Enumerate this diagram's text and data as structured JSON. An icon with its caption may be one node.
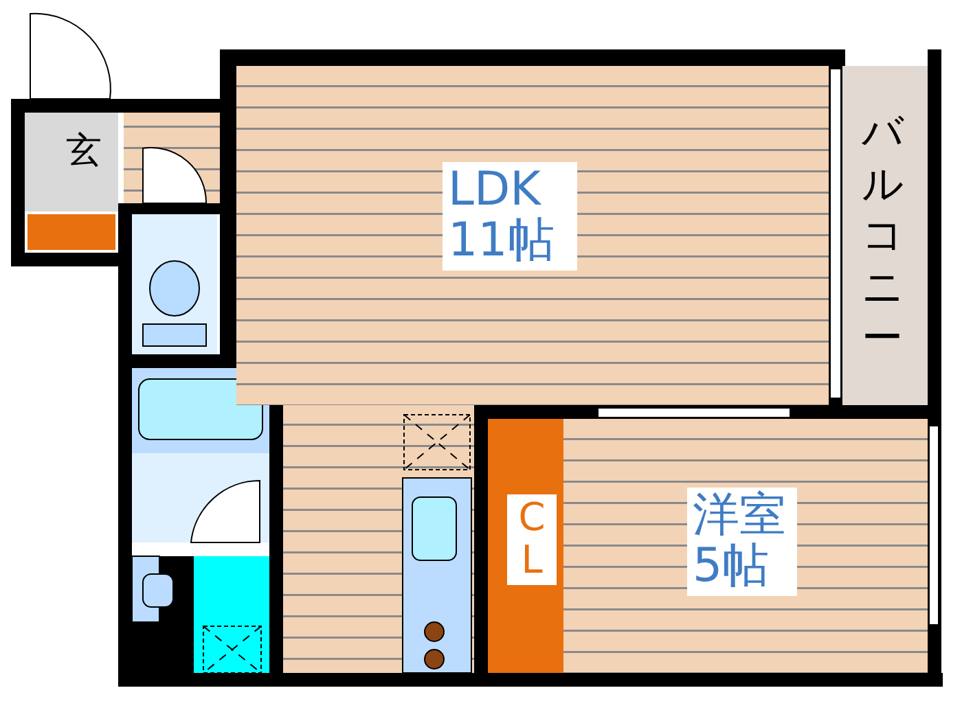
{
  "diagram": {
    "nodes": [
      {
        "text": [
          "玄"
        ]
      },
      {
        "text": [
          "LDK 11帖"
        ]
      },
      {
        "text": [
          "バルコニー"
        ]
      },
      {
        "text": [
          "CL"
        ]
      },
      {
        "text": [
          "洋室5帖"
        ]
      }
    ]
  }
}
